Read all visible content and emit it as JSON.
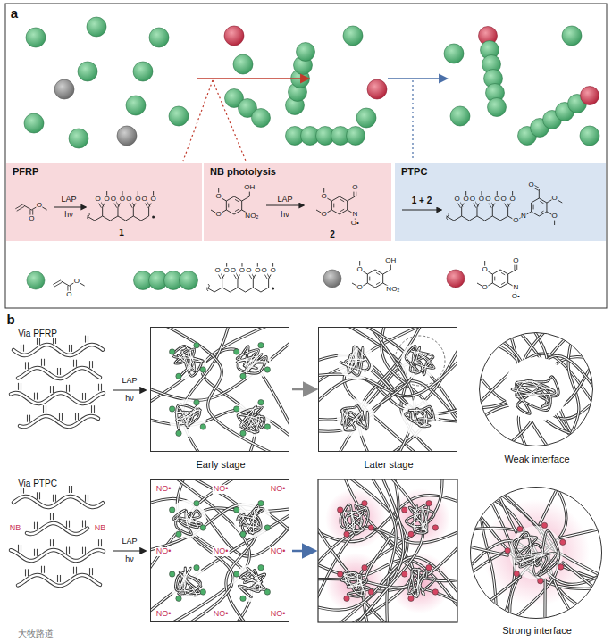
{
  "diagram": {
    "nodes": [
      {
        "text": [
          "PFRP",
          "LAP",
          "hν",
          "1"
        ]
      },
      {
        "text": [
          "NB photolysis",
          "LAP",
          "hν",
          "2"
        ]
      },
      {
        "text": [
          "PTPC",
          "1 + 2"
        ]
      },
      {
        "text": [
          "Early stage"
        ]
      },
      {
        "text": [
          "Later stage"
        ]
      },
      {
        "text": [
          "Weak interface"
        ]
      },
      {
        "text": [
          "NO•",
          "NO•",
          "NO•",
          "NO•",
          "NO•",
          "NO•",
          "NO•",
          "NO•",
          "NO•"
        ]
      },
      {
        "text": [
          "Strong interface"
        ]
      }
    ],
    "edges": [
      {
        "from": 3,
        "to": 4,
        "arrow": "to"
      }
    ],
    "labels": [
      "a",
      "b",
      "Via PFRP",
      "LAP",
      "hν",
      "Via PTPC",
      "NB",
      "NB",
      "LAP",
      "hν",
      "大牧路道",
      "O",
      "O",
      "O",
      "O",
      "O",
      "O",
      "O",
      "O",
      "O",
      "O",
      "OH",
      "NO₂",
      "O",
      "O",
      "O",
      "N",
      "O•",
      "O",
      "O",
      "O",
      "O",
      "O",
      "O",
      "O",
      "O",
      "O",
      "O",
      "O",
      "N",
      "O",
      "O",
      "O",
      "O",
      "O",
      "O",
      "O",
      "O",
      "O",
      "O",
      "O",
      "O",
      "O",
      "OH",
      "NO₂",
      "O",
      "O",
      "O",
      "N",
      "O•",
      "O",
      "O"
    ]
  }
}
